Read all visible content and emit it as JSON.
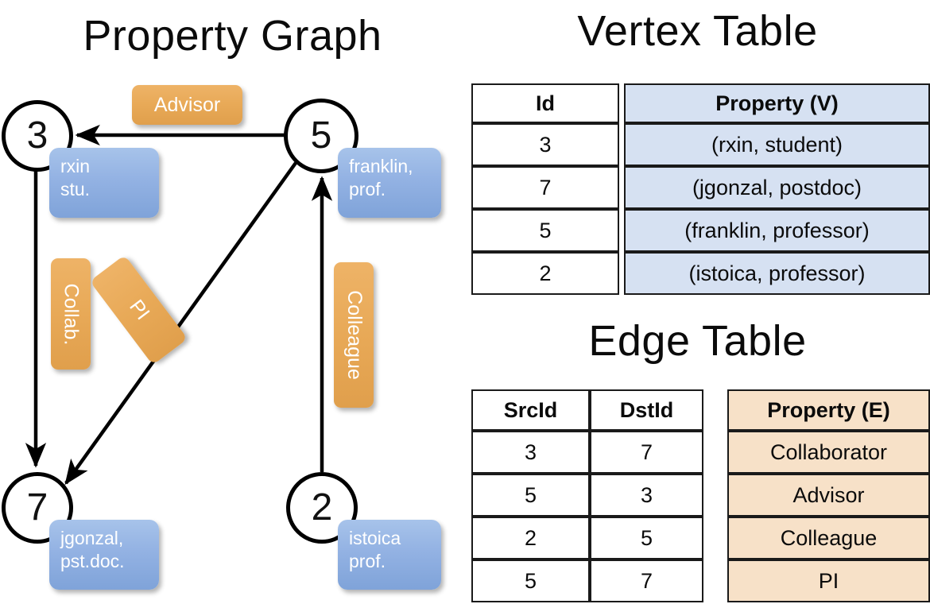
{
  "titles": {
    "property_graph": "Property Graph",
    "vertex_table": "Vertex Table",
    "edge_table": "Edge Table"
  },
  "graph": {
    "nodes": [
      {
        "id": "3",
        "name": "rxin",
        "role": "stu."
      },
      {
        "id": "5",
        "name": "franklin,",
        "role": "prof."
      },
      {
        "id": "7",
        "name": "jgonzal,",
        "role": "pst.doc."
      },
      {
        "id": "2",
        "name": "istoica",
        "role": "prof."
      }
    ],
    "edge_labels": [
      {
        "text": "Advisor",
        "orientation": "horizontal"
      },
      {
        "text": "Collab.",
        "orientation": "vertical"
      },
      {
        "text": "PI",
        "orientation": "vertical-tilted"
      },
      {
        "text": "Colleague",
        "orientation": "vertical"
      }
    ],
    "edges": [
      {
        "src": "5",
        "dst": "3",
        "label": "Advisor"
      },
      {
        "src": "3",
        "dst": "7",
        "label": "Collab."
      },
      {
        "src": "5",
        "dst": "7",
        "label": "PI"
      },
      {
        "src": "2",
        "dst": "5",
        "label": "Colleague"
      }
    ]
  },
  "vertex_table": {
    "headers": [
      "Id",
      "Property (V)"
    ],
    "rows": [
      {
        "id": "3",
        "property": "(rxin, student)"
      },
      {
        "id": "7",
        "property": "(jgonzal, postdoc)"
      },
      {
        "id": "5",
        "property": "(franklin, professor)"
      },
      {
        "id": "2",
        "property": "(istoica, professor)"
      }
    ]
  },
  "edge_table": {
    "headers": [
      "SrcId",
      "DstId",
      "Property (E)"
    ],
    "rows": [
      {
        "src": "3",
        "dst": "7",
        "property": "Collaborator"
      },
      {
        "src": "5",
        "dst": "3",
        "property": "Advisor"
      },
      {
        "src": "2",
        "dst": "5",
        "property": "Colleague"
      },
      {
        "src": "5",
        "dst": "7",
        "property": "PI"
      }
    ]
  },
  "colors": {
    "node_stroke": "#000000",
    "vertex_prop_box": "#93b2e3",
    "edge_label_box": "#e8a957",
    "vertex_table_cell": "#d6e1f2",
    "edge_table_cell": "#f7e1c8",
    "table_border": "#1a1a1a",
    "background": "#ffffff"
  }
}
